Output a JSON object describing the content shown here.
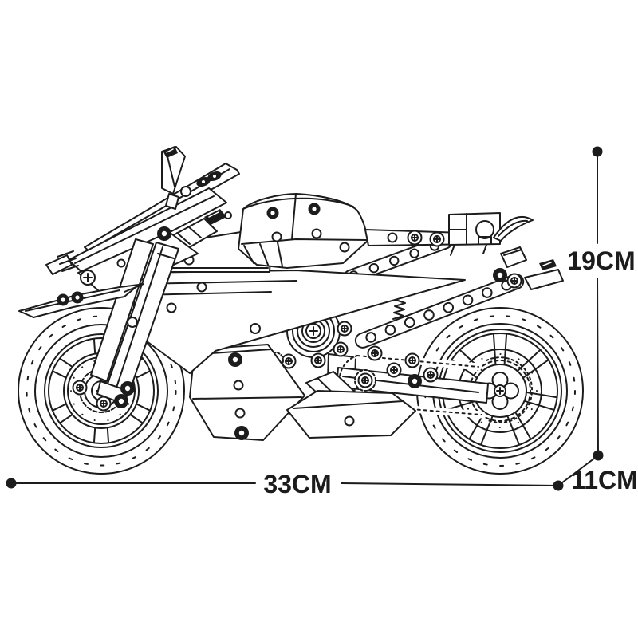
{
  "colors": {
    "ink": "#1c1c1c",
    "background": "#ffffff"
  },
  "diagram": {
    "subject": "brick-built-motorcycle-line-art",
    "dimensions": {
      "length": {
        "label": "33CM"
      },
      "height": {
        "label": "19CM"
      },
      "depth": {
        "label": "11CM"
      }
    }
  }
}
